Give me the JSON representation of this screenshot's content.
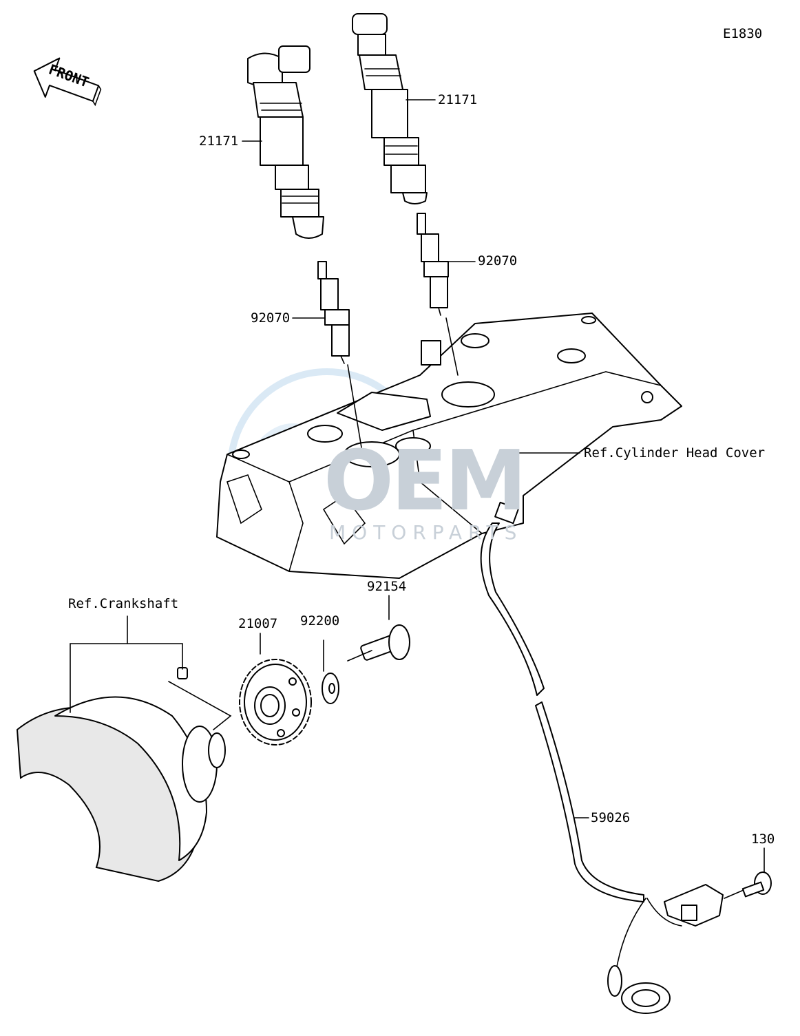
{
  "diagram_code": "E1830",
  "front_arrow": {
    "text": "FRONT",
    "icon": "front-direction-arrow-icon"
  },
  "watermark": {
    "brand": "OEM",
    "sub": "MOTORPARTS",
    "color": "#c8d0d8",
    "globe_color": "#bcd8ee"
  },
  "labels": {
    "coil_left": "21171",
    "coil_right": "21171",
    "plug_left": "92070",
    "plug_right": "92070",
    "head_cover": "Ref.Cylinder Head Cover",
    "crankshaft": "Ref.Crankshaft",
    "rotor": "21007",
    "washer": "92200",
    "bolt": "92154",
    "sensor_lead": "59026",
    "sensor_bolt": "130"
  }
}
